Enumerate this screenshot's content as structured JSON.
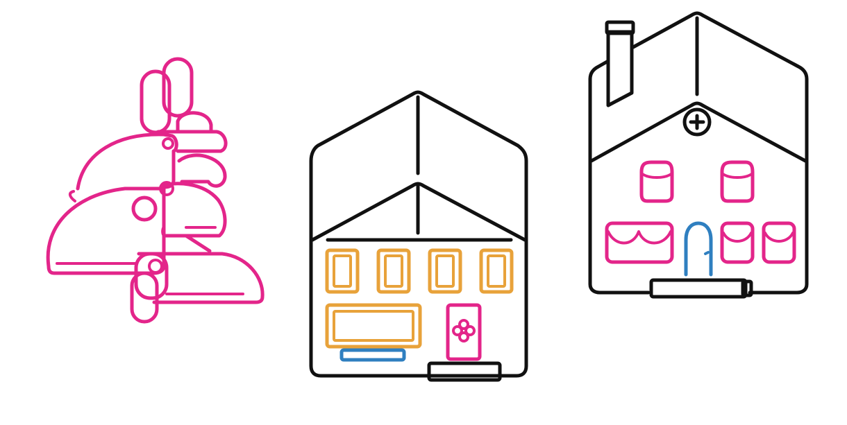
{
  "illustration": {
    "items": [
      "stacked-shapes",
      "house",
      "house"
    ],
    "colors": {
      "outline": "#111111",
      "pink": "#e3258a",
      "orange": "#e8a23a",
      "blue": "#2f7fc0",
      "background": "#ffffff"
    },
    "icons": [
      "plus-circle-icon",
      "flower-icon"
    ]
  }
}
